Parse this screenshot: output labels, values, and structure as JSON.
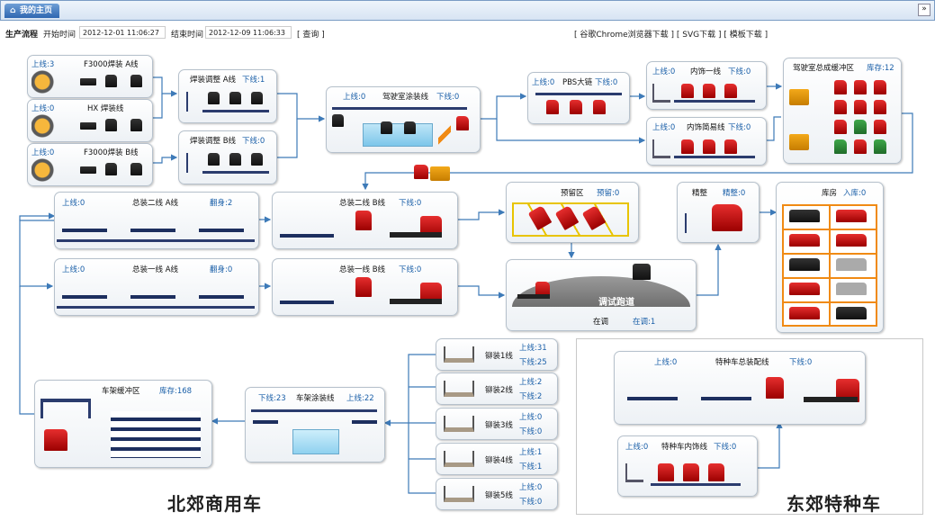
{
  "tab": {
    "label": "我的主页"
  },
  "toolbar": {
    "section": "生产流程",
    "start_label": "开始时间",
    "start_value": "2012-12-01 11:06:27",
    "end_label": "结束时间",
    "end_value": "2012-12-09 11:06:33",
    "query": "[ 查询 ]",
    "links": "[ 谷歌Chrome浏览器下载 ] [ SVG下载 ] [ 模板下载 ]"
  },
  "nodes": {
    "weld_a": {
      "title": "F3000焊装 A线",
      "online": "上线:3"
    },
    "weld_hx": {
      "title": "HX  焊装线",
      "online": "上线:0"
    },
    "weld_b": {
      "title": "F3000焊装 B线",
      "online": "上线:0"
    },
    "adj_a": {
      "title": "焊装调整 A线",
      "offline": "下线:1"
    },
    "adj_b": {
      "title": "焊装调整 B线",
      "offline": "下线:0"
    },
    "paint": {
      "title": "驾驶室涂装线",
      "online": "上线:0",
      "offline": "下线:0"
    },
    "pbs": {
      "title": "PBS大链",
      "online": "上线:0",
      "offline": "下线:0"
    },
    "trim1": {
      "title": "内饰一线",
      "online": "上线:0",
      "offline": "下线:0"
    },
    "trim_simple": {
      "title": "内饰简易线",
      "online": "上线:0",
      "offline": "下线:0"
    },
    "cab_buffer": {
      "title": "驾驶室总成缓冲区",
      "stock": "库存:12"
    },
    "asm2a": {
      "title": "总装二线 A线",
      "online": "上线:0",
      "flip": "翻身:2"
    },
    "asm2b": {
      "title": "总装二线 B线",
      "offline": "下线:0"
    },
    "asm1a": {
      "title": "总装一线 A线",
      "online": "上线:0",
      "flip": "翻身:0"
    },
    "asm1b": {
      "title": "总装一线 B线",
      "offline": "下线:0"
    },
    "reserve": {
      "title": "预留区",
      "count": "预留:0"
    },
    "test": {
      "road": "调试跑道",
      "title": "在调",
      "count": "在调:1"
    },
    "finish": {
      "title": "精整",
      "count": "精整:0"
    },
    "warehouse": {
      "title": "库房",
      "count": "入库:0"
    },
    "rivet1": {
      "title": "铆装1线",
      "online": "上线:31",
      "offline": "下线:25"
    },
    "rivet2": {
      "title": "铆装2线",
      "online": "上线:2",
      "offline": "下线:2"
    },
    "rivet3": {
      "title": "铆装3线",
      "online": "上线:0",
      "offline": "下线:0"
    },
    "rivet4": {
      "title": "铆装4线",
      "online": "上线:1",
      "offline": "下线:1"
    },
    "rivet5": {
      "title": "铆装5线",
      "online": "上线:0",
      "offline": "下线:0"
    },
    "frame_paint": {
      "title": "车架涂装线",
      "offline": "下线:23",
      "online": "上线:22"
    },
    "frame_buffer": {
      "title": "车架缓冲区",
      "stock": "库存:168"
    },
    "special_asm": {
      "title": "特种车总装配线",
      "online": "上线:0",
      "offline": "下线:0"
    },
    "special_trim": {
      "title": "特种车内饰线",
      "online": "上线:0",
      "offline": "下线:0"
    }
  },
  "regions": {
    "north": "北郊商用车",
    "east": "东郊特种车"
  },
  "icons": {
    "tab": "home-icon",
    "collapse": "double-chevron-down-icon"
  },
  "colors": {
    "accent": "#2f67b1",
    "label_blue": "#1a5fa8",
    "cab_red": "#c40d0d",
    "cab_black": "#1c1c1c",
    "arrow": "#3d7ab8"
  }
}
